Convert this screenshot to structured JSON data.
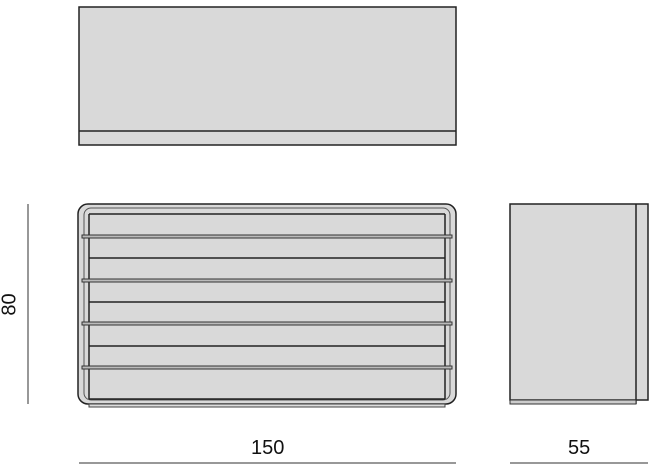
{
  "dimensions": {
    "height": "80",
    "width": "150",
    "depth": "55"
  },
  "colors": {
    "fill": "#d9d9d9",
    "stroke": "#222222",
    "dimension_line": "#777777"
  }
}
